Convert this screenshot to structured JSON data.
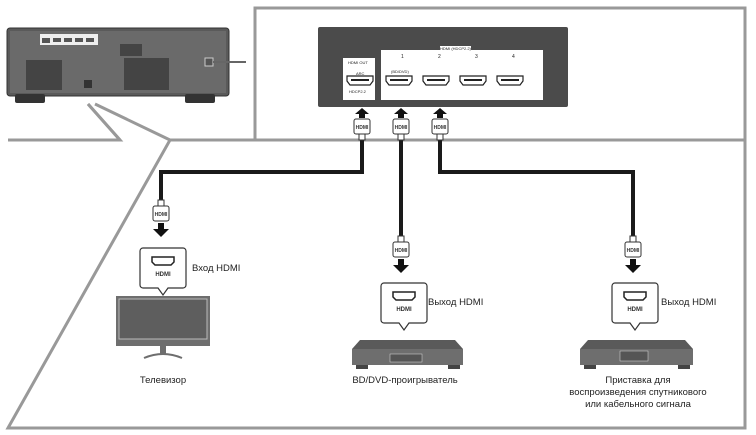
{
  "panel": {
    "hdmi_out_label": "HDMI OUT",
    "hdmi_out_sub": "ARC",
    "hdmi_out_bottom": "HDCP2.2",
    "hdmi_in_group": "HDMI (HDCP2.2)",
    "inputs": [
      {
        "number": "1",
        "sub": "(BD/DVD)"
      },
      {
        "number": "2",
        "sub": ""
      },
      {
        "number": "3",
        "sub": ""
      },
      {
        "number": "4",
        "sub": ""
      }
    ]
  },
  "plug_label": "HDMI",
  "devices": [
    {
      "id": "tv",
      "port_label": "Вход HDMI",
      "caption": "Телевизор"
    },
    {
      "id": "bd",
      "port_label": "Выход HDMI",
      "caption": "BD/DVD-проигрыватель"
    },
    {
      "id": "stb",
      "port_label": "Выход HDMI",
      "caption": "Приставка для воспроизведения спутникового или кабельного сигнала"
    }
  ],
  "colors": {
    "panel": "#4b4b4b",
    "frame": "#888888",
    "cable": "#1a1a1a",
    "device": "#6e6e6e"
  }
}
